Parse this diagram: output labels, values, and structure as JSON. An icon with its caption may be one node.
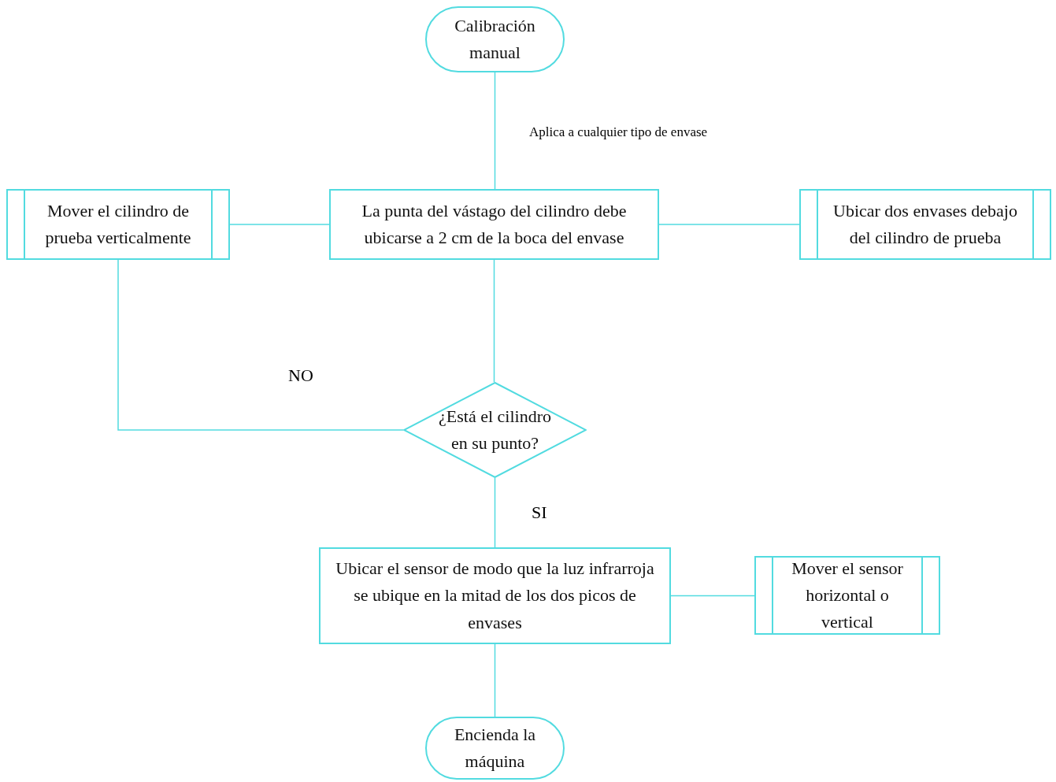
{
  "diagram": {
    "nodes": [
      {
        "text": [
          "Calibración manual"
        ]
      },
      {
        "text": [
          "La punta del vástago del cilindro debe ubicarse a 2 cm de la boca del envase"
        ]
      },
      {
        "text": [
          "Mover el cilindro de prueba verticalmente"
        ]
      },
      {
        "text": [
          "Ubicar dos envases debajo del cilindro de prueba"
        ]
      },
      {
        "text": [
          "¿Está el cilindro en su punto?"
        ]
      },
      {
        "text": [
          "Ubicar el sensor de modo que la luz infrarroja se ubique en la mitad de los dos picos de envases"
        ]
      },
      {
        "text": [
          "Mover el sensor horizontal o vertical"
        ]
      },
      {
        "text": [
          "Encienda la máquina"
        ]
      }
    ],
    "edges": [
      {
        "from": 0,
        "to": 1,
        "arrow": "none",
        "label": "Aplica a cualquier tipo de envase"
      },
      {
        "from": 1,
        "to": 2,
        "arrow": "none"
      },
      {
        "from": 1,
        "to": 3,
        "arrow": "none"
      },
      {
        "from": 1,
        "to": 4,
        "arrow": "none"
      },
      {
        "from": 4,
        "to": 2,
        "arrow": "none",
        "label": "NO"
      },
      {
        "from": 4,
        "to": 5,
        "arrow": "none",
        "label": "SI"
      },
      {
        "from": 5,
        "to": 6,
        "arrow": "none"
      },
      {
        "from": 5,
        "to": 7,
        "arrow": "none"
      }
    ]
  }
}
